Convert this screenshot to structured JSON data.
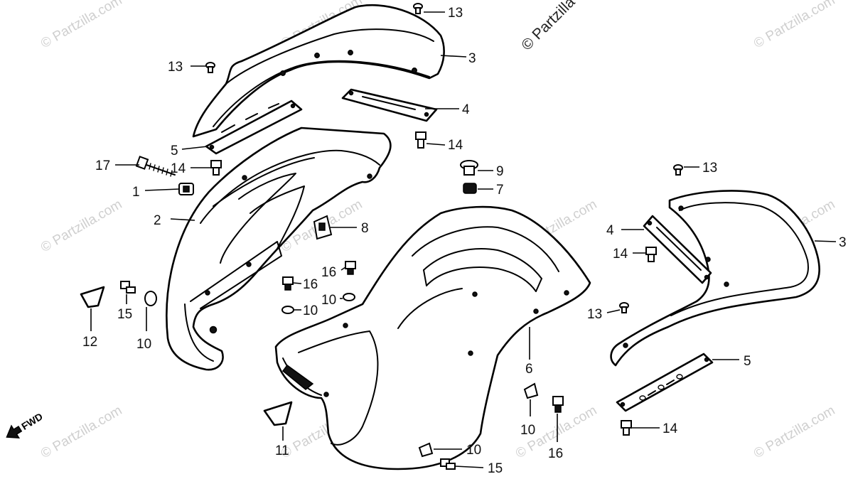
{
  "watermark": {
    "text": "© Partzilla.com",
    "prominent_text": "© Partzilla"
  },
  "direction_label": "FWD",
  "callouts": [
    {
      "id": "c-13a",
      "label": "13"
    },
    {
      "id": "c-3a",
      "label": "3"
    },
    {
      "id": "c-13b",
      "label": "13"
    },
    {
      "id": "c-4a",
      "label": "4"
    },
    {
      "id": "c-5a",
      "label": "5"
    },
    {
      "id": "c-14a",
      "label": "14"
    },
    {
      "id": "c-17",
      "label": "17"
    },
    {
      "id": "c-14b",
      "label": "14"
    },
    {
      "id": "c-9",
      "label": "9"
    },
    {
      "id": "c-1",
      "label": "1"
    },
    {
      "id": "c-7",
      "label": "7"
    },
    {
      "id": "c-13c",
      "label": "13"
    },
    {
      "id": "c-2",
      "label": "2"
    },
    {
      "id": "c-8",
      "label": "8"
    },
    {
      "id": "c-4b",
      "label": "4"
    },
    {
      "id": "c-3b",
      "label": "3"
    },
    {
      "id": "c-14c",
      "label": "14"
    },
    {
      "id": "c-16a",
      "label": "16"
    },
    {
      "id": "c-16b",
      "label": "16"
    },
    {
      "id": "c-10a",
      "label": "10"
    },
    {
      "id": "c-10b",
      "label": "10"
    },
    {
      "id": "c-15a",
      "label": "15"
    },
    {
      "id": "c-13d",
      "label": "13"
    },
    {
      "id": "c-12",
      "label": "12"
    },
    {
      "id": "c-10c",
      "label": "10"
    },
    {
      "id": "c-6",
      "label": "6"
    },
    {
      "id": "c-5b",
      "label": "5"
    },
    {
      "id": "c-10d",
      "label": "10"
    },
    {
      "id": "c-16c",
      "label": "16"
    },
    {
      "id": "c-14d",
      "label": "14"
    },
    {
      "id": "c-11",
      "label": "11"
    },
    {
      "id": "c-10e",
      "label": "10"
    },
    {
      "id": "c-15b",
      "label": "15"
    }
  ]
}
